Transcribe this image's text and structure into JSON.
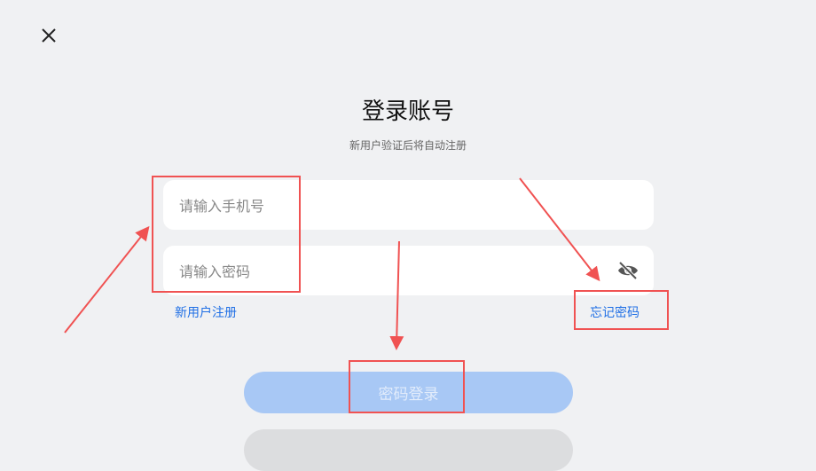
{
  "header": {
    "title": "登录账号",
    "subtitle": "新用户验证后将自动注册"
  },
  "form": {
    "phone_placeholder": "请输入手机号",
    "password_placeholder": "请输入密码"
  },
  "links": {
    "register": "新用户注册",
    "forgot": "忘记密码"
  },
  "buttons": {
    "login": "密码登录"
  },
  "colors": {
    "accent": "#1f6fe5",
    "button_disabled": "#a8c8f5",
    "annotation": "#f05252",
    "background": "#f0f1f3"
  }
}
